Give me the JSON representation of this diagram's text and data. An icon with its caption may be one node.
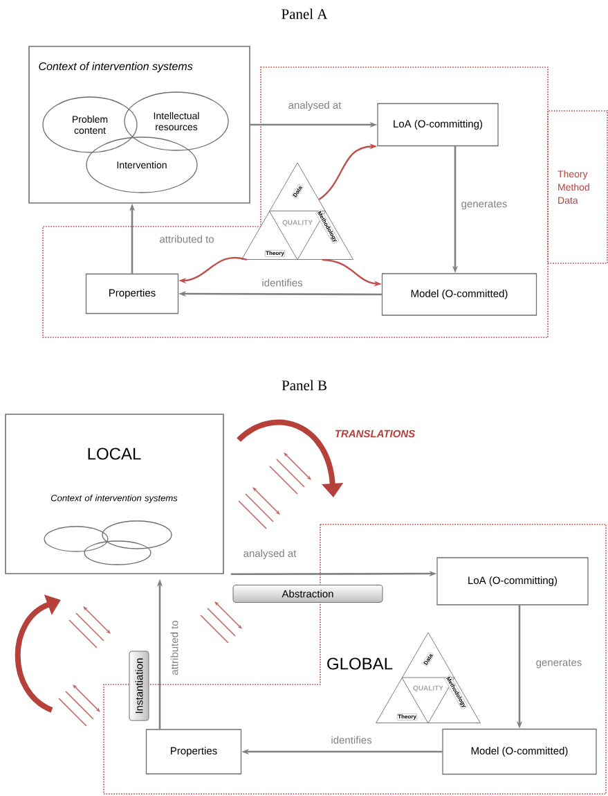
{
  "diagram": {
    "nodes": [
      {
        "text": [
          "Context of intervention systems"
        ]
      },
      {
        "text": [
          "Problem content"
        ],
        "in": 0
      },
      {
        "text": [
          "Intellectual resources"
        ],
        "in": 0
      },
      {
        "text": [
          "Intervention"
        ],
        "in": 0
      },
      {
        "text": [
          "LoA (O-committing)"
        ]
      },
      {
        "text": [
          "Model (O-committed)"
        ]
      },
      {
        "text": [
          "Properties"
        ]
      },
      {
        "text": [
          "Data",
          "QUALITY",
          "Methodology",
          "Theory"
        ]
      },
      {
        "text": [
          "Theory Method Data"
        ]
      },
      {
        "text": [
          "LOCAL",
          "Context of intervention systems"
        ]
      },
      {
        "text": [],
        "shape": "ellipse",
        "in": 9
      },
      {
        "text": [],
        "shape": "ellipse",
        "in": 9
      },
      {
        "text": [],
        "shape": "ellipse",
        "in": 9
      },
      {
        "text": [
          "LoA (O-committing)"
        ]
      },
      {
        "text": [
          "Model (O-committed)"
        ]
      },
      {
        "text": [
          "Properties"
        ]
      },
      {
        "text": [
          "Data",
          "QUALITY",
          "Methodology",
          "Theory"
        ]
      },
      {
        "text": [
          "Abstraction"
        ]
      },
      {
        "text": [
          "Instantiation"
        ]
      }
    ],
    "edges": [
      {
        "from": 0,
        "to": 4,
        "arrow": "to",
        "label": "analysed at"
      },
      {
        "from": 4,
        "to": 5,
        "arrow": "to",
        "label": "generates"
      },
      {
        "from": 5,
        "to": 6,
        "arrow": "to",
        "label": "identifies"
      },
      {
        "from": 6,
        "to": 0,
        "arrow": "to",
        "label": "attributed to"
      },
      {
        "from": 7,
        "to": 4,
        "arrow": "to",
        "color": "#c0504d"
      },
      {
        "from": 7,
        "to": 6,
        "arrow": "to",
        "color": "#c0504d"
      },
      {
        "from": 7,
        "to": 5,
        "arrow": "to",
        "color": "#c0504d"
      },
      {
        "from": 9,
        "to": 13,
        "arrow": "to",
        "label": "analysed at"
      },
      {
        "from": 13,
        "to": 14,
        "arrow": "to",
        "label": "generates"
      },
      {
        "from": 14,
        "to": 15,
        "arrow": "to",
        "label": "identifies"
      },
      {
        "from": 15,
        "to": 9,
        "arrow": "to",
        "label": "attributed to"
      }
    ],
    "labels": [
      "Panel A",
      "Panel B",
      "TRANSLATIONS",
      "GLOBAL"
    ]
  }
}
